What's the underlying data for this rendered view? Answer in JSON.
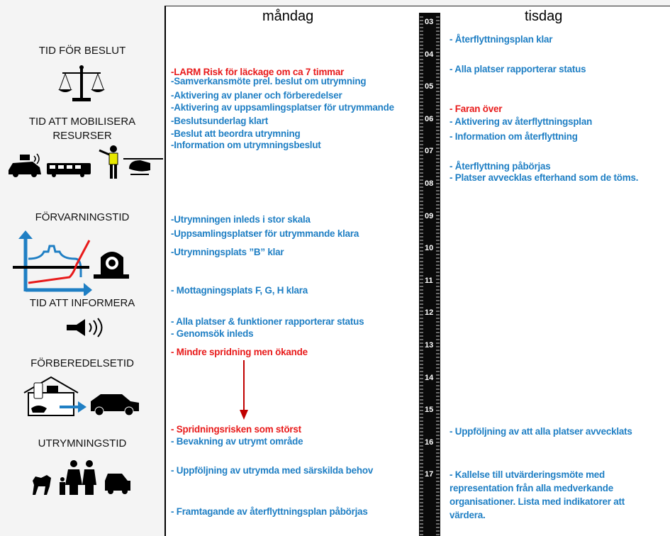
{
  "left_sections": [
    {
      "label": "TID FÖR BESLUT"
    },
    {
      "label": "TID ATT MOBILISERA\nRESURSER"
    },
    {
      "label": "FÖRVARNINGSTID"
    },
    {
      "label": "TID ATT INFORMERA"
    },
    {
      "label": "FÖRBEREDELSETID"
    },
    {
      "label": "UTRYMNINGSTID"
    }
  ],
  "days": {
    "monday": "måndag",
    "tuesday": "tisdag"
  },
  "hours": [
    "03",
    "04",
    "05",
    "06",
    "07",
    "08",
    "09",
    "10",
    "11",
    "12",
    "13",
    "14",
    "15",
    "16",
    "17"
  ],
  "monday_events": [
    {
      "text": "-LARM Risk för läckage om ca 7 timmar",
      "red": true
    },
    {
      "text": "-Samverkansmöte prel. beslut om utrymning",
      "red": false
    },
    {
      "text": "-Aktivering av planer och förberedelser",
      "red": false
    },
    {
      "text": "-Aktivering av uppsamlingsplatser för utrymmande",
      "red": false
    },
    {
      "text": "-Beslutsunderlag klart",
      "red": false
    },
    {
      "text": "-Beslut att beordra utrymning",
      "red": false
    },
    {
      "text": "-Information om utrymningsbeslut",
      "red": false
    },
    {
      "text": "-Utrymningen inleds i stor skala",
      "red": false
    },
    {
      "text": "-Uppsamlingsplatser för utrymmande klara",
      "red": false
    },
    {
      "text": "-Utrymningsplats ”B” klar",
      "red": false
    },
    {
      "text": "- Mottagningsplats F, G, H klara",
      "red": false
    },
    {
      "text": "- Alla platser & funktioner rapporterar status",
      "red": false
    },
    {
      "text": "- Genomsök inleds",
      "red": false
    },
    {
      "text": "- Mindre spridning men ökande",
      "red": true
    },
    {
      "text": "- Spridningsrisken som störst",
      "red": true
    },
    {
      "text": "- Bevakning av utrymt område",
      "red": false
    },
    {
      "text": "- Uppföljning av utrymda med särskilda behov",
      "red": false
    },
    {
      "text": "- Framtagande av återflyttningsplan påbörjas",
      "red": false
    }
  ],
  "tuesday_events": [
    {
      "text": "- Återflyttningsplan klar",
      "red": false
    },
    {
      "text": "- Alla platser rapporterar status",
      "red": false
    },
    {
      "text": "- Faran över",
      "red": true
    },
    {
      "text": "- Aktivering av återflyttningsplan",
      "red": false
    },
    {
      "text": "- Information om återflyttning",
      "red": false
    },
    {
      "text": "- Återflyttning påbörjas",
      "red": false
    },
    {
      "text": "- Platser avvecklas efterhand som de töms.",
      "red": false
    },
    {
      "text": "- Uppföljning av att alla platser avvecklats",
      "red": false
    },
    {
      "text": "- Kallelse till utvärderingsmöte med representation från alla medverkande organisationer. Lista med indikatorer att värdera.",
      "red": false
    }
  ],
  "colors": {
    "blue": "#1f7fc4",
    "red": "#e81a1a"
  }
}
